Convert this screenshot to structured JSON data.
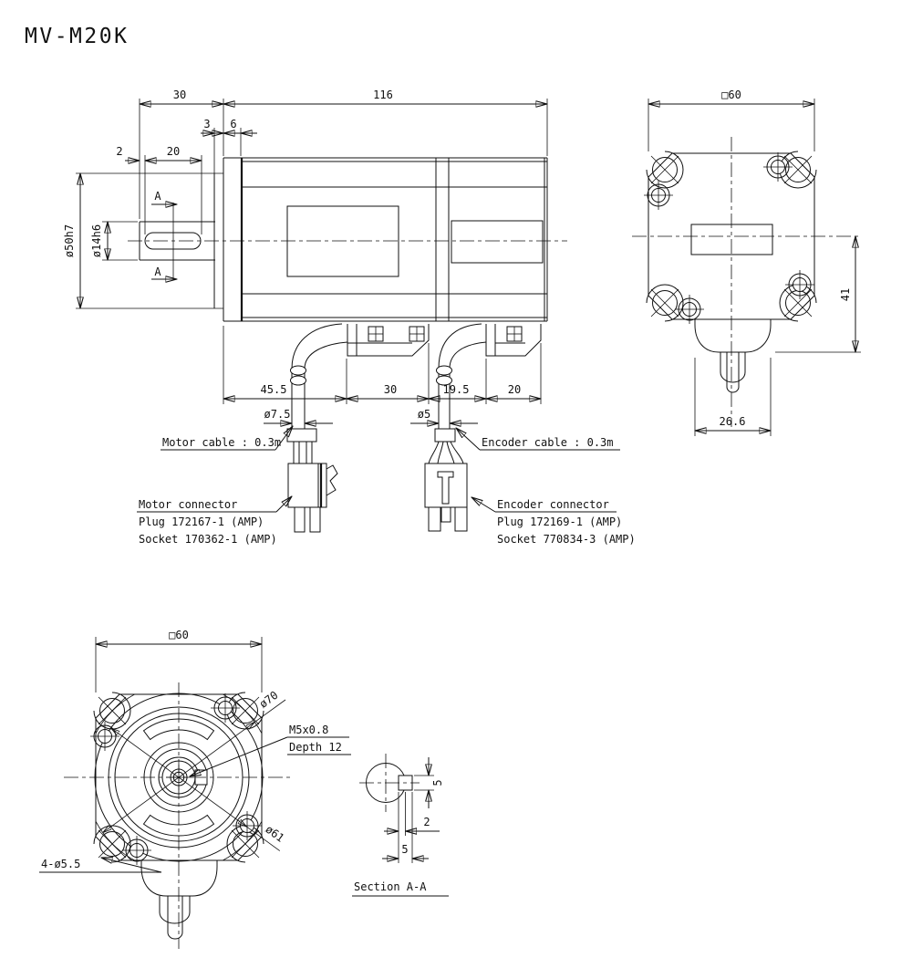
{
  "title": "MV-M20K",
  "colors": {
    "line": "#111111",
    "background": "#ffffff"
  },
  "side_view": {
    "dim_shaft_length": "30",
    "dim_body_length": "116",
    "dim_boss_height": "3",
    "dim_flange_thickness": "6",
    "dim_key_offset": "2",
    "dim_key_length": "20",
    "dim_pilot_dia": "ø50h7",
    "dim_shaft_dia": "ø14h6",
    "section_marker": "A",
    "dim_cable_pos_1": "45.5",
    "dim_cable_pos_2": "30",
    "dim_cable_pos_3": "19.5",
    "dim_cable_pos_4": "20",
    "dim_motor_cable_dia": "ø7.5",
    "dim_encoder_cable_dia": "ø5",
    "motor_cable_label": "Motor cable : 0.3m",
    "encoder_cable_label": "Encoder cable : 0.3m",
    "motor_connector_title": "Motor connector",
    "motor_connector_plug": "Plug 172167-1 (AMP)",
    "motor_connector_socket": "Socket 170362-1 (AMP)",
    "encoder_connector_title": "Encoder connector",
    "encoder_connector_plug": "Plug 172169-1 (AMP)",
    "encoder_connector_socket": "Socket 770834-3 (AMP)"
  },
  "rear_view": {
    "dim_square": "□60",
    "dim_cable_height": "41",
    "dim_exit_width": "26.6"
  },
  "front_view": {
    "dim_square": "□60",
    "dim_bolt_circle": "ø70",
    "tap_size": "M5x0.8",
    "tap_depth": "Depth 12",
    "dim_body_circle": "ø61",
    "dim_mount_holes": "4-ø5.5"
  },
  "section_aa": {
    "dim_key_width_side": "5",
    "dim_key_depth": "2",
    "dim_key_width_bottom": "5",
    "label": "Section A-A"
  }
}
